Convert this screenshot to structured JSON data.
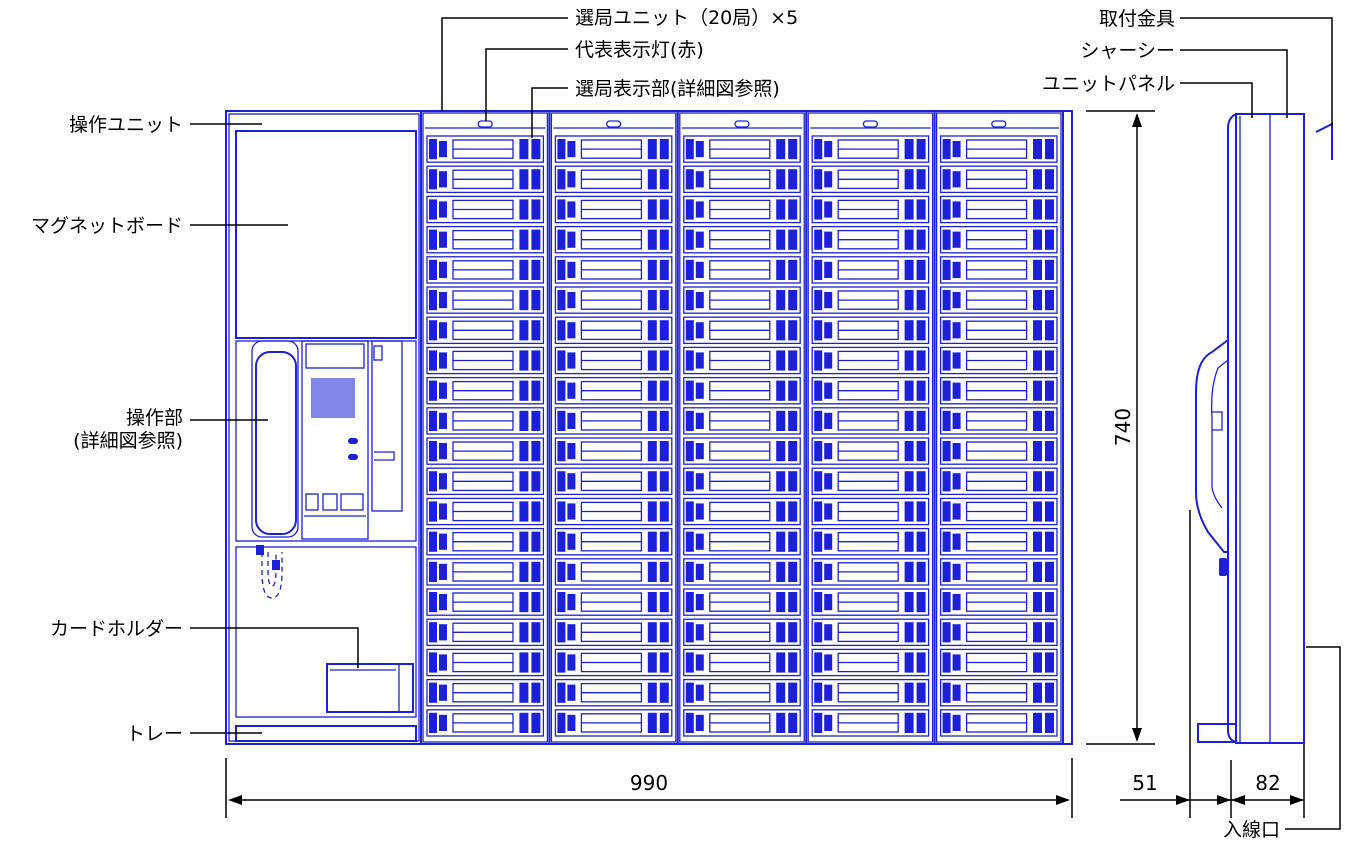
{
  "labels": {
    "selector_unit": "選局ユニット（20局）×5",
    "indicator_lamp": "代表表示灯(赤)",
    "selector_display": "選局表示部(詳細図参照)",
    "operation_unit": "操作ユニット",
    "magnet_board": "マグネットボード",
    "operation_part_1": "操作部",
    "operation_part_2": "(詳細図参照)",
    "card_holder": "カードホルダー",
    "tray": "トレー",
    "mount_bracket": "取付金具",
    "chassis": "シャーシー",
    "unit_panel": "ユニットパネル",
    "cable_inlet": "入線口"
  },
  "dimensions": {
    "width": "990",
    "height": "740",
    "depth_a": "51",
    "depth_b": "82"
  },
  "config": {
    "unit_count": 5,
    "stations_per_unit": 20
  },
  "colors": {
    "line_art": "#1c20d8",
    "annotation": "#000000"
  }
}
